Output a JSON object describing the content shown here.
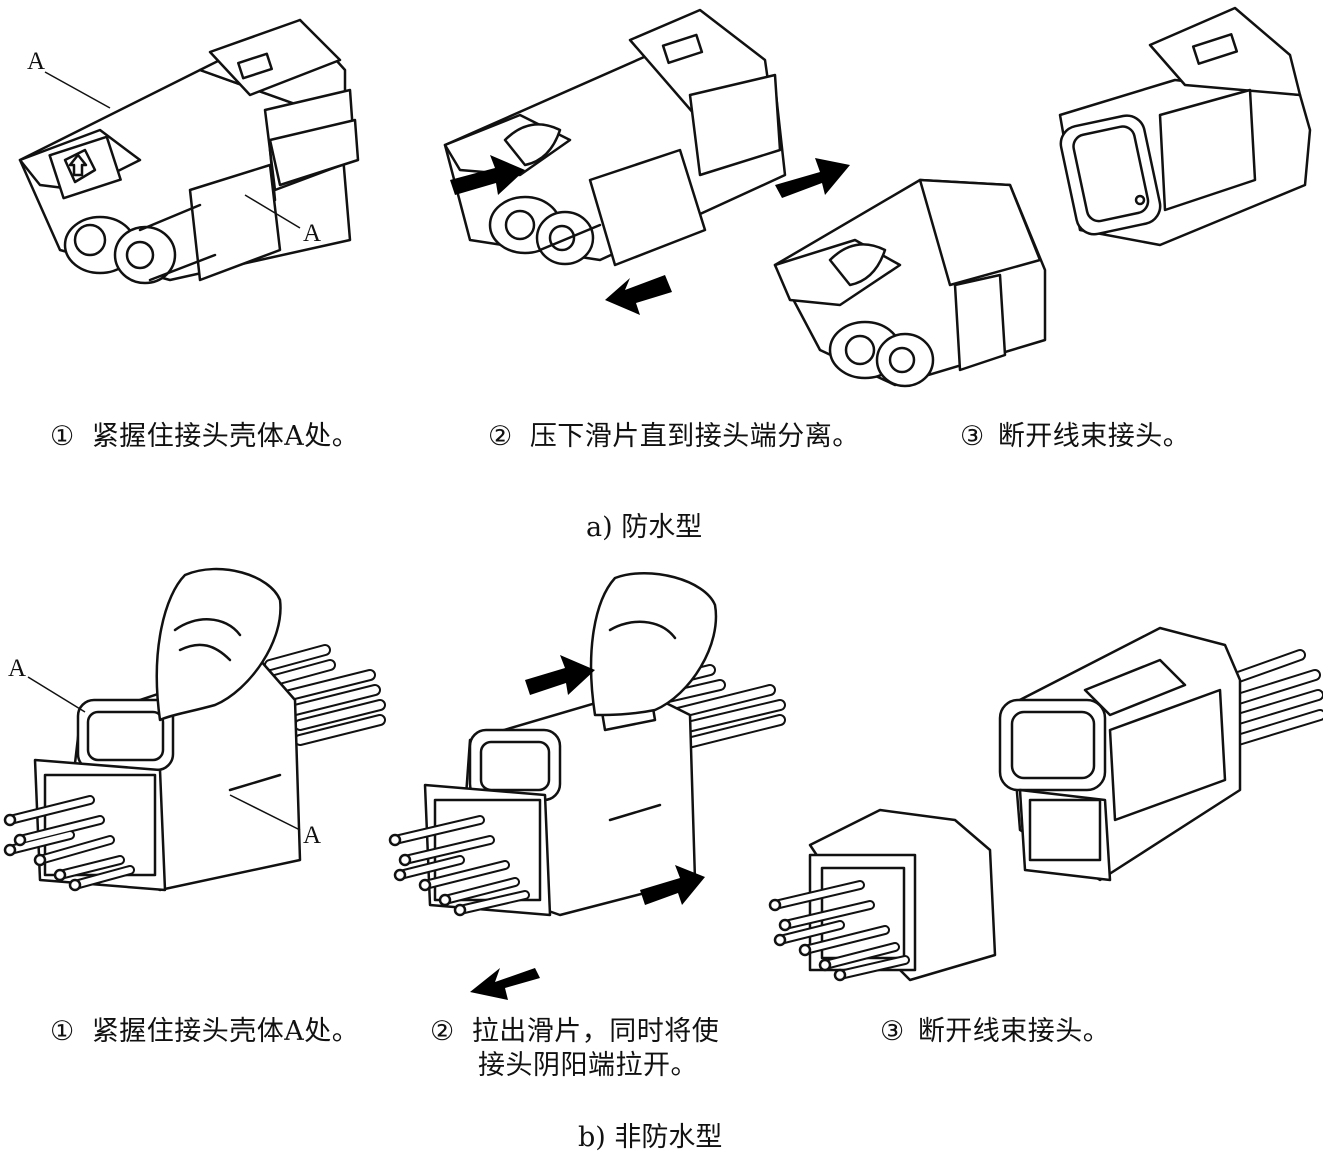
{
  "section_a": {
    "caption": "a) 防水型",
    "steps": [
      {
        "num": "①",
        "text": "紧握住接头壳体A处。"
      },
      {
        "num": "②",
        "text": "压下滑片直到接头端分离。"
      },
      {
        "num": "③",
        "text": "断开线束接头。"
      }
    ],
    "callouts": [
      "A",
      "A"
    ]
  },
  "section_b": {
    "caption": "b) 非防水型",
    "steps": [
      {
        "num": "①",
        "text": "紧握住接头壳体A处。"
      },
      {
        "num": "②",
        "text": "拉出滑片，同时将使",
        "text2": "接头阴阳端拉开。"
      },
      {
        "num": "③",
        "text": "断开线束接头。"
      }
    ],
    "callouts": [
      "A",
      "A"
    ]
  },
  "colors": {
    "line": "#111111",
    "fill": "#ffffff",
    "arrow": "#000000"
  }
}
